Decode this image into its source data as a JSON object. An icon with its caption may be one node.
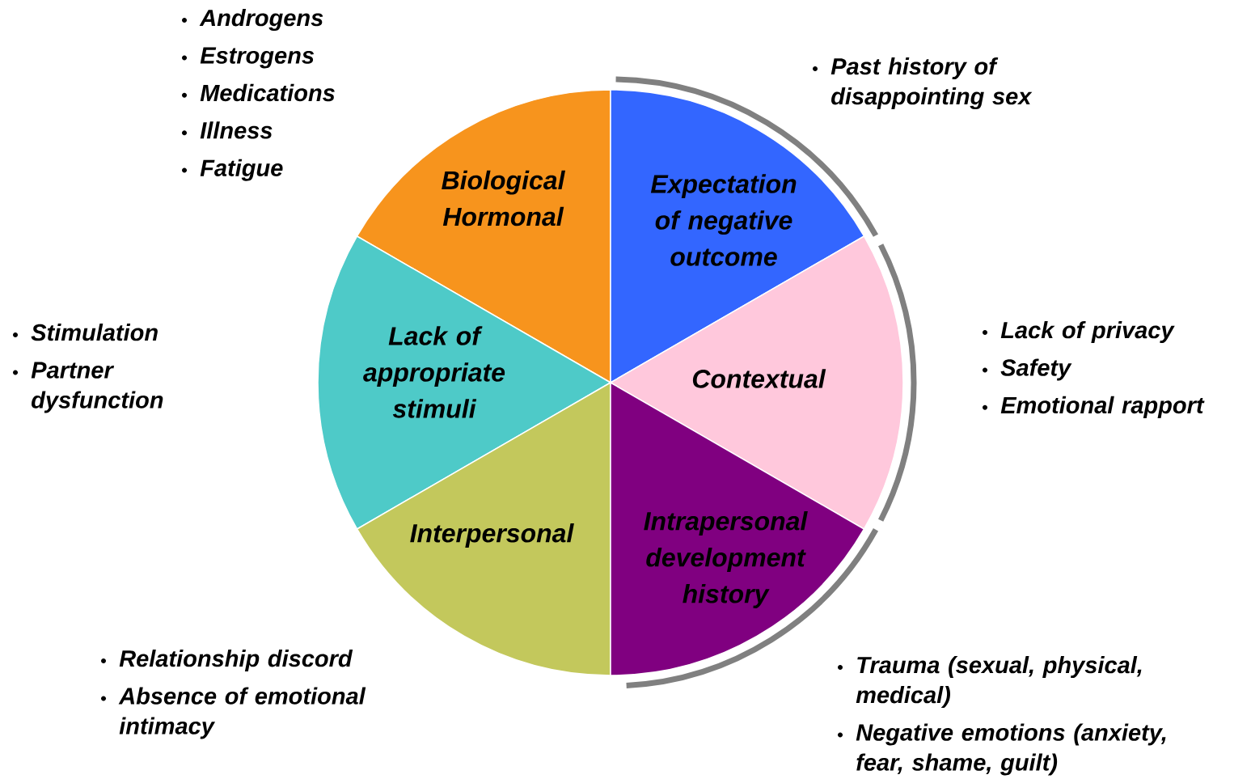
{
  "diagram": {
    "nodes": [
      {
        "text": [
          "Biological Hormonal"
        ],
        "beside": [
          "Androgens",
          "Estrogens",
          "Medications",
          "Illness",
          "Fatigue"
        ]
      },
      {
        "text": [
          "Expectation of negative outcome"
        ],
        "beside": [
          "Past history of disappointing sex"
        ]
      },
      {
        "text": [
          "Lack of appropriate stimuli"
        ],
        "beside": [
          "Stimulation",
          "Partner dysfunction"
        ]
      },
      {
        "text": [
          "Contextual"
        ],
        "beside": [
          "Lack of privacy",
          "Safety",
          "Emotional rapport"
        ]
      },
      {
        "text": [
          "Interpersonal"
        ],
        "beside": [
          "Relationship discord",
          "Absence of emotional intimacy"
        ]
      },
      {
        "text": [
          "Intrapersonal development history"
        ],
        "beside": [
          "Trauma (sexual, physical, medical)",
          "Negative emotions (anxiety, fear, shame, guilt)"
        ]
      }
    ]
  }
}
